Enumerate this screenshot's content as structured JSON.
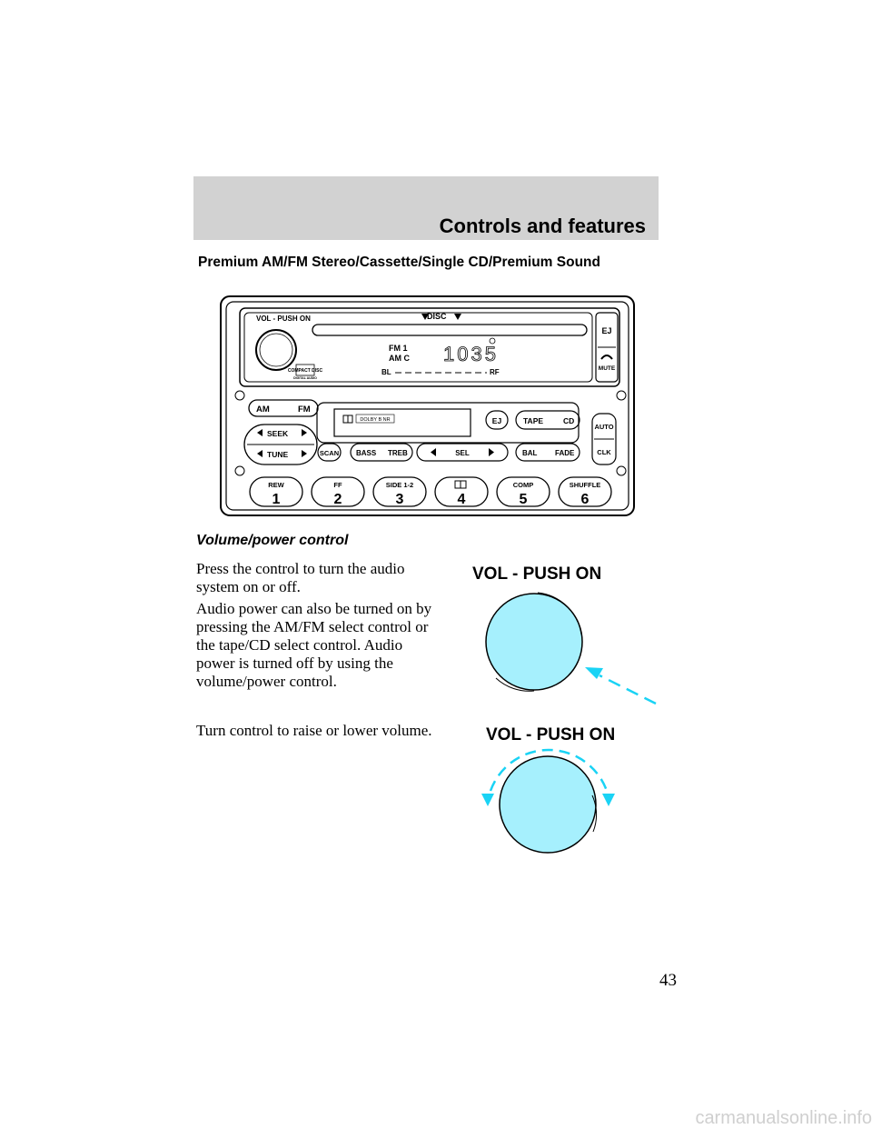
{
  "header": {
    "section_title": "Controls and features"
  },
  "page_heading": "Premium AM/FM Stereo/Cassette/Single CD/Premium Sound",
  "radio": {
    "vol_label": "VOL - PUSH ON",
    "disc_label": "DISC",
    "ej_top": "EJ",
    "mute": "MUTE",
    "display": {
      "band": "FM 1",
      "am_c": "AM C",
      "freq": "1035",
      "bal_left": "BL",
      "bal_right": "RF"
    },
    "cd_logo": "COMPACT DISC",
    "cd_logo_sub": "DIGITAL AUDIO",
    "am_fm": [
      "AM",
      "FM"
    ],
    "seek": "SEEK",
    "tune": "TUNE",
    "scan": "SCAN",
    "dolby": "DOLBY B NR",
    "ej": "EJ",
    "tape_cd": [
      "TAPE",
      "CD"
    ],
    "bass_treb": [
      "BASS",
      "TREB"
    ],
    "sel": "SEL",
    "bal_fade": [
      "BAL",
      "FADE"
    ],
    "auto": "AUTO",
    "clk": "CLK",
    "presets": [
      {
        "label": "REW",
        "num": "1"
      },
      {
        "label": "FF",
        "num": "2"
      },
      {
        "label": "SIDE 1-2",
        "num": "3"
      },
      {
        "label": "",
        "num": "4"
      },
      {
        "label": "COMP",
        "num": "5"
      },
      {
        "label": "SHUFFLE",
        "num": "6"
      }
    ]
  },
  "volume_section": {
    "heading": "Volume/power control",
    "para1": "Press the control to turn the audio system on or off.",
    "para2": "Audio power can also be turned on by pressing the AM/FM select control or the tape/CD select control. Audio power is turned off by using the volume/power control.",
    "para3": "Turn control to raise or lower volume.",
    "knob_label": "VOL - PUSH ON"
  },
  "page_number": "43",
  "footer_url": "carmanualsonline.info",
  "colors": {
    "header_band": "#d2d2d2",
    "knob_fill": "#a6f0fd",
    "arrow": "#1ad3f5"
  }
}
